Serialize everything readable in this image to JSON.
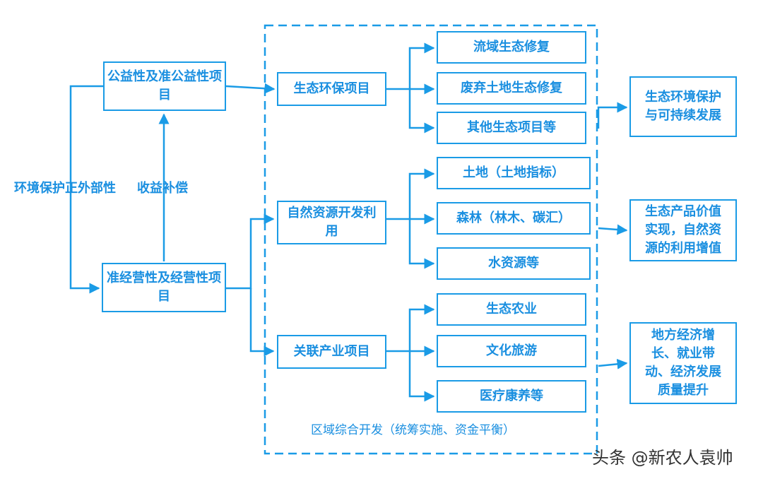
{
  "colors": {
    "accent": "#1a9be6",
    "text": "#1a8fe0"
  },
  "boxes": {
    "public": "公益性及准公益性项目",
    "operating": "准经营性及经营性项目",
    "eco_project": "生态环保项目",
    "natural_resource": "自然资源开发利用",
    "related_industry": "关联产业项目",
    "basin_restore": "流域生态修复",
    "land_restore": "废弃土地生态修复",
    "other_eco": "其他生态项目等",
    "land": "土地（土地指标）",
    "forest": "森林（林木、碳汇）",
    "water": "水资源等",
    "eco_agri": "生态农业",
    "culture_tour": "文化旅游",
    "medical_care": "医疗康养等",
    "out_env": "生态环境保护与可持续发展",
    "out_value": "生态产品价值实现，自然资源的利用增值",
    "out_economy": "地方经济增长、就业带动、经济发展质量提升"
  },
  "labels": {
    "externality": "环境保护正外部性",
    "compensation": "收益补偿",
    "region": "区域综合开发（统筹实施、资金平衡）"
  },
  "watermark": "头条 @新农人袁帅"
}
